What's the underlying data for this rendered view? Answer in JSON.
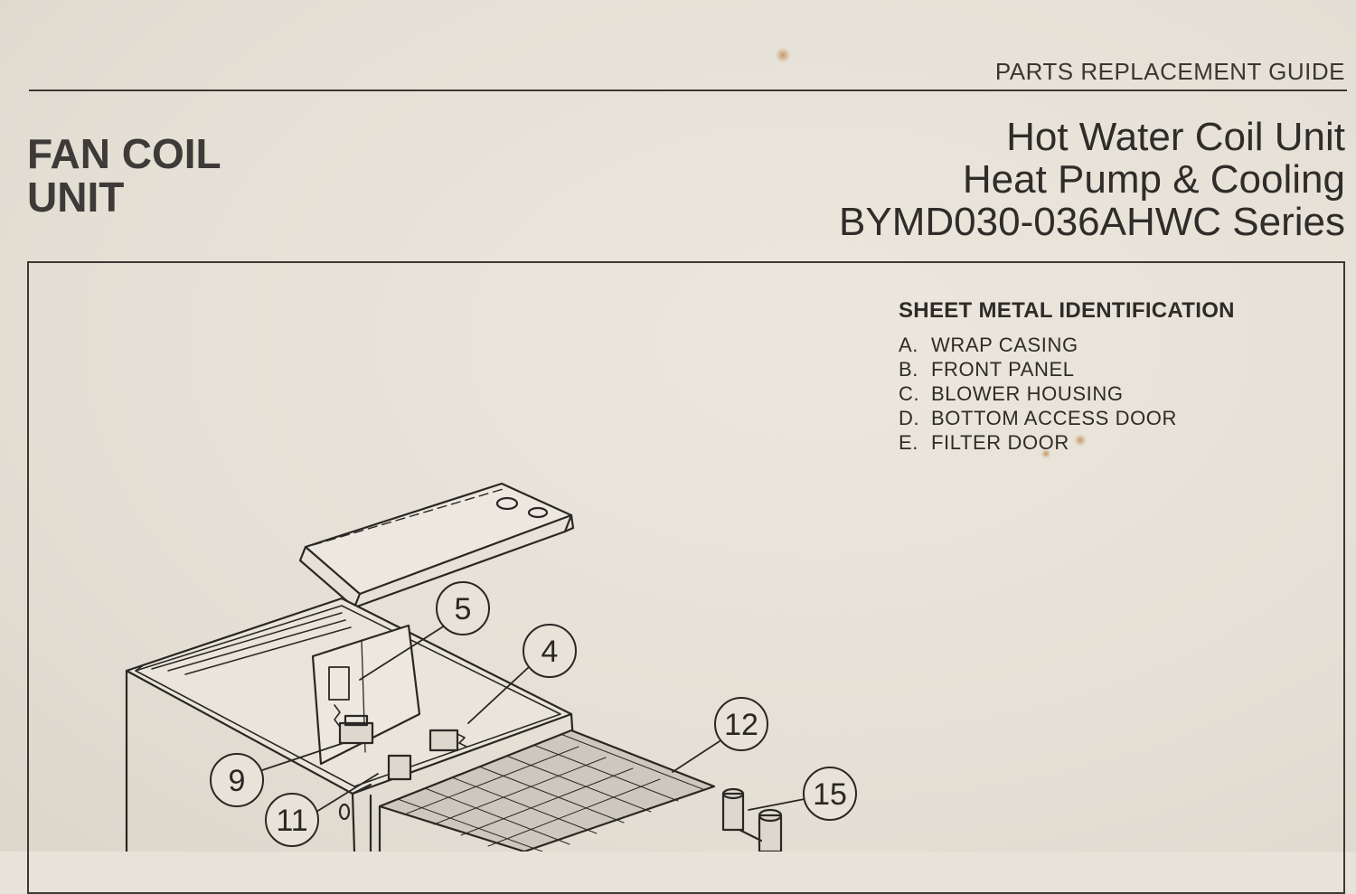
{
  "header": {
    "guide_label": "PARTS REPLACEMENT GUIDE"
  },
  "title": {
    "line1": "FAN COIL",
    "line2": "UNIT"
  },
  "unit": {
    "line1": "Hot Water Coil Unit",
    "line2": "Heat Pump & Cooling",
    "line3": "BYMD030-036AHWC Series"
  },
  "legend": {
    "heading": "SHEET METAL IDENTIFICATION",
    "items": [
      {
        "letter": "A.",
        "label": "WRAP CASING"
      },
      {
        "letter": "B.",
        "label": "FRONT PANEL"
      },
      {
        "letter": "C.",
        "label": "BLOWER HOUSING"
      },
      {
        "letter": "D.",
        "label": "BOTTOM ACCESS DOOR"
      },
      {
        "letter": "E.",
        "label": "FILTER DOOR"
      }
    ]
  },
  "callouts": {
    "c5": "5",
    "c4": "4",
    "c12": "12",
    "c9": "9",
    "c15": "15",
    "c11": "11"
  },
  "colors": {
    "paper": "#e7e3d8",
    "ink": "#2e2b28"
  }
}
